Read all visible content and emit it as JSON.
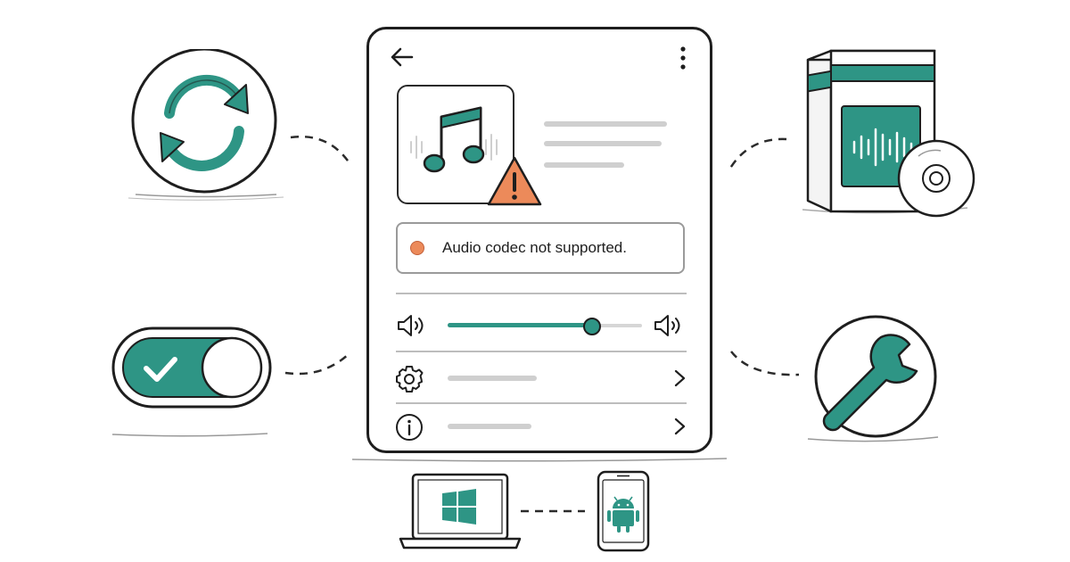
{
  "error": {
    "message": "Audio codec not supported.",
    "status_color": "#ec8a5a"
  },
  "volume": {
    "level": 0.74
  },
  "menu": [
    {
      "icon": "gear-icon"
    },
    {
      "icon": "info-icon"
    }
  ],
  "illustrations": [
    "sync-icon",
    "toggle-switch",
    "codec-package-icon",
    "wrench-icon",
    "windows-laptop-icon",
    "android-phone-icon"
  ],
  "colors": {
    "accent": "#2e9585",
    "warning": "#ec8a5a",
    "ink": "#1e1e1e"
  }
}
